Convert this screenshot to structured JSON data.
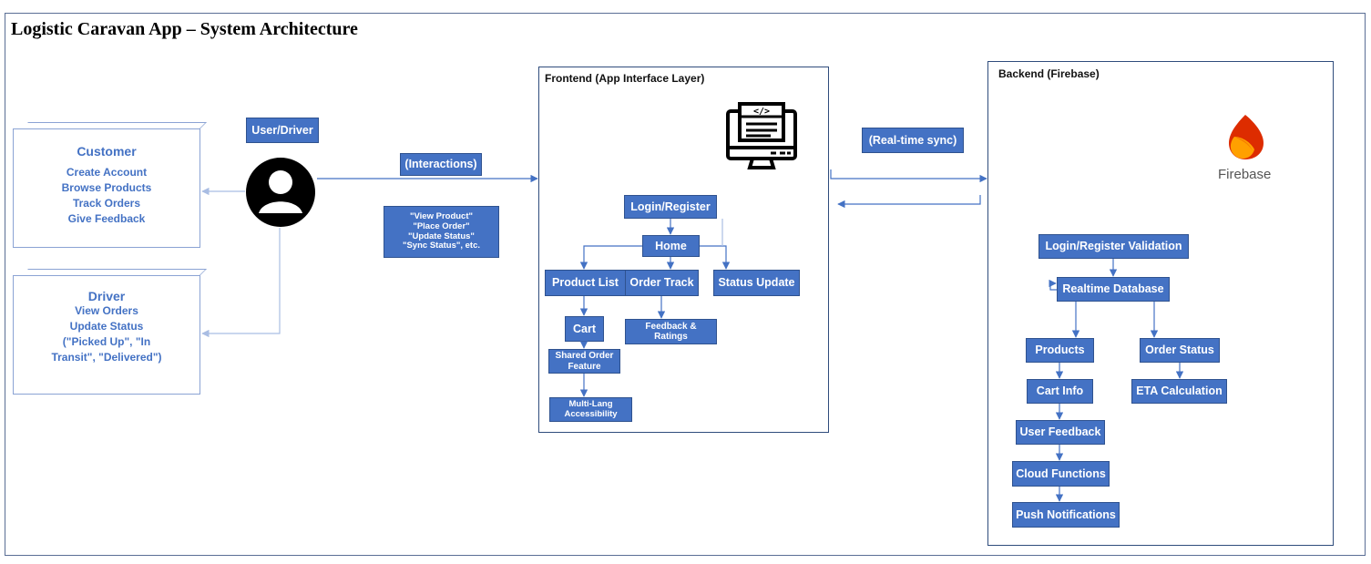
{
  "title": "Logistic Caravan App – System Architecture",
  "actor": {
    "label": "User/Driver"
  },
  "customer": {
    "title": "Customer",
    "lines": [
      "Create Account",
      "Browse Products",
      "Track Orders",
      "Give Feedback"
    ]
  },
  "driver": {
    "title": "Driver",
    "lines": [
      "View Orders",
      "Update Status",
      "(\"Picked Up\", \"In",
      "Transit\", \"Delivered\")"
    ]
  },
  "interactions": {
    "label": "(Interactions)",
    "examples": [
      "\"View Product\"",
      "\"Place Order\"",
      "\"Update Status\"",
      "\"Sync Status\", etc."
    ]
  },
  "sync": {
    "label": "(Real-time sync)"
  },
  "frontend": {
    "label": "Frontend (App Interface Layer)",
    "icon": "code-monitor-icon",
    "nodes": {
      "login": "Login/Register",
      "home": "Home",
      "product_list": "Product List",
      "order_track": "Order Track",
      "status_update": "Status Update",
      "cart": "Cart",
      "feedback": [
        "Feedback &",
        "Ratings"
      ],
      "shared_order": [
        "Shared Order",
        "Feature"
      ],
      "multilang": [
        "Multi-Lang",
        "Accessibility"
      ]
    }
  },
  "backend": {
    "label": "Backend (Firebase)",
    "logo_text": "Firebase",
    "nodes": {
      "validation": "Login/Register Validation",
      "realtime_db": "Realtime Database",
      "products": "Products",
      "order_status": "Order Status",
      "cart_info": "Cart Info",
      "eta": "ETA Calculation",
      "user_feedback": "User Feedback",
      "cloud_functions": "Cloud Functions",
      "push": "Push Notifications"
    }
  },
  "colors": {
    "box": "#4472c4",
    "border": "#2f528f",
    "line": "#4472c4",
    "card_border": "#8ba3d4"
  }
}
